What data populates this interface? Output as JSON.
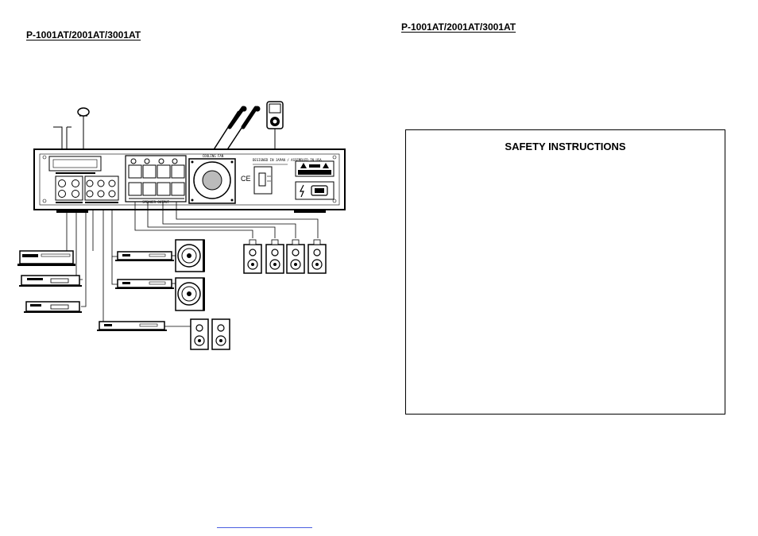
{
  "page_left": {
    "model_title": "P-1001AT/2001AT/3001AT"
  },
  "page_right": {
    "model_title": "P-1001AT/2001AT/3001AT",
    "safety_box": {
      "heading": "SAFETY INSTRUCTIONS"
    }
  },
  "diagram": {
    "cooling_fan_label": "COOLING FAN",
    "speaker_output_label": "SPEAKER OUTPUT",
    "made_in_label": "DESIGNED IN JAPAN / ASSEMBLED IN USA",
    "ce_mark": "CE"
  },
  "footer": {
    "link_text": ""
  }
}
